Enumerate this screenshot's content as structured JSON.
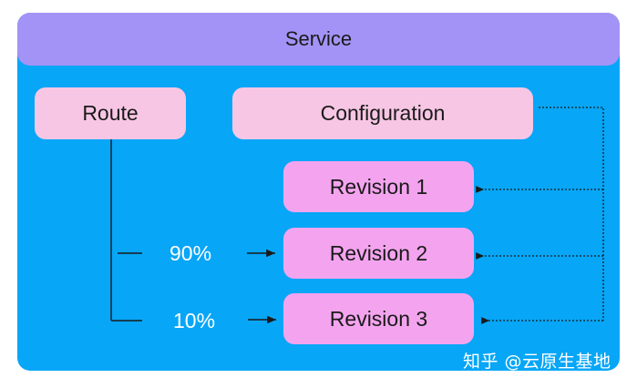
{
  "service": {
    "label": "Service"
  },
  "route": {
    "label": "Route"
  },
  "configuration": {
    "label": "Configuration"
  },
  "revisions": [
    {
      "label": "Revision 1"
    },
    {
      "label": "Revision 2"
    },
    {
      "label": "Revision 3"
    }
  ],
  "traffic": [
    {
      "percent": "90%"
    },
    {
      "percent": "10%"
    }
  ],
  "watermark": "知乎 @云原生基地",
  "colors": {
    "service_body": "#07a6f7",
    "service_header": "#a493f7",
    "route_config_fill": "#f7c6e4",
    "revision_fill": "#f4a4ef"
  }
}
